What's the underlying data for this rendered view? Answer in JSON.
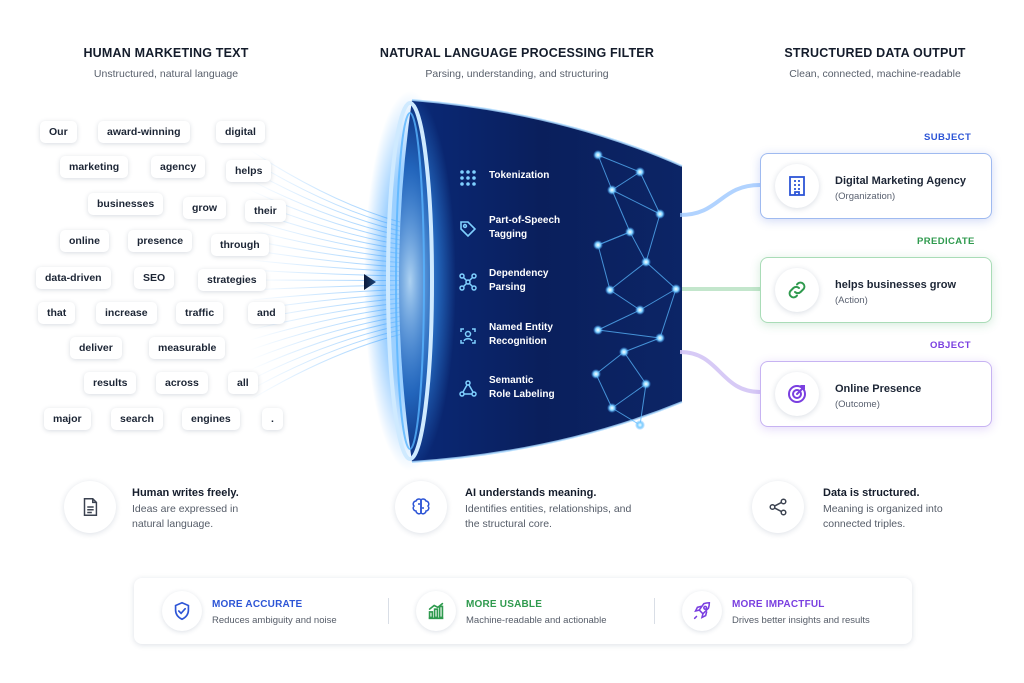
{
  "columns": {
    "left": {
      "title": "HUMAN MARKETING TEXT",
      "subtitle": "Unstructured, natural language"
    },
    "middle": {
      "title": "NATURAL LANGUAGE PROCESSING FILTER",
      "subtitle": "Parsing, understanding, and structuring"
    },
    "right": {
      "title": "STRUCTURED DATA OUTPUT",
      "subtitle": "Clean, connected, machine-readable"
    }
  },
  "words": [
    "Our",
    "award-winning",
    "digital",
    "marketing",
    "agency",
    "helps",
    "businesses",
    "grow",
    "their",
    "online",
    "presence",
    "through",
    "data-driven",
    "SEO",
    "strategies",
    "that",
    "increase",
    "traffic",
    "and",
    "deliver",
    "measurable",
    "results",
    "across",
    "all",
    "major",
    "search",
    "engines",
    "."
  ],
  "filter_steps": [
    {
      "line1": "Tokenization",
      "line2": "",
      "icon": "grid-dots-icon"
    },
    {
      "line1": "Part-of-Speech",
      "line2": "Tagging",
      "icon": "tag-icon"
    },
    {
      "line1": "Dependency",
      "line2": "Parsing",
      "icon": "network-icon"
    },
    {
      "line1": "Named Entity",
      "line2": "Recognition",
      "icon": "id-card-icon"
    },
    {
      "line1": "Semantic",
      "line2": "Role Labeling",
      "icon": "share-nodes-icon"
    }
  ],
  "outputs": [
    {
      "role": "SUBJECT",
      "main": "Digital Marketing Agency",
      "sub": "(Organization)",
      "icon": "building-icon",
      "color": "#2d55d6"
    },
    {
      "role": "PREDICATE",
      "main": "helps businesses grow",
      "sub": "(Action)",
      "icon": "link-icon",
      "color": "#2f9a4e"
    },
    {
      "role": "OBJECT",
      "main": "Online Presence",
      "sub": "(Outcome)",
      "icon": "target-icon",
      "color": "#7a3fe0"
    }
  ],
  "explanations": [
    {
      "title": "Human writes freely.",
      "text": "Ideas are expressed in natural language.",
      "icon": "document-icon"
    },
    {
      "title": "AI understands meaning.",
      "text": "Identifies entities, relationships, and the structural core.",
      "icon": "brain-icon"
    },
    {
      "title": "Data is structured.",
      "text": "Meaning is organized into connected triples.",
      "icon": "share-icon"
    }
  ],
  "benefits": [
    {
      "title": "MORE ACCURATE",
      "sub": "Reduces ambiguity and noise",
      "icon": "shield-check-icon",
      "color": "#2d55d6"
    },
    {
      "title": "MORE USABLE",
      "sub": "Machine-readable and actionable",
      "icon": "bar-chart-icon",
      "color": "#2f9a4e"
    },
    {
      "title": "MORE IMPACTFUL",
      "sub": "Drives better insights and results",
      "icon": "rocket-icon",
      "color": "#7a3fe0"
    }
  ],
  "colors": {
    "funnel_dark": "#0a1f5c",
    "funnel_glow": "#3aa0ff",
    "subject": "#2d55d6",
    "predicate": "#2f9a4e",
    "object": "#7a3fe0"
  }
}
